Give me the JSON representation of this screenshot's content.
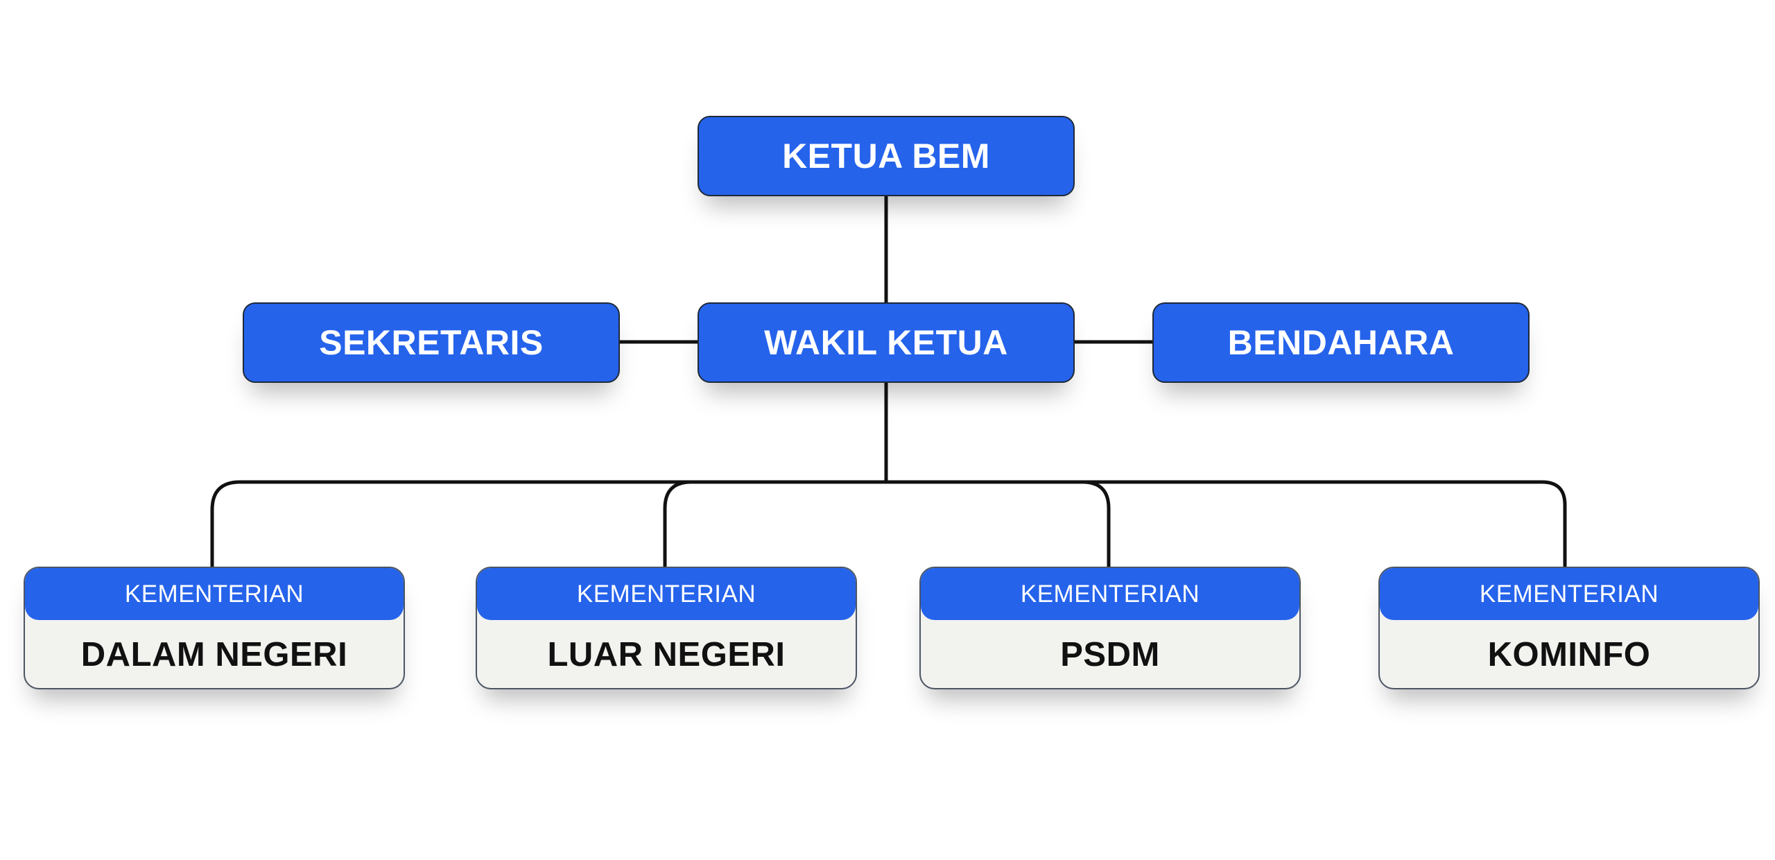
{
  "colors": {
    "node_fill": "#2563eb",
    "card_body_fill": "#f2f2ef",
    "connector": "#111111",
    "text_on_blue": "#ffffff",
    "text_dark": "#111111"
  },
  "org": {
    "ketua": "KETUA BEM",
    "wakil": "WAKIL KETUA",
    "sekretaris": "SEKRETARIS",
    "bendahara": "BENDAHARA",
    "kementerian": [
      {
        "prefix": "KEMENTERIAN",
        "name": "DALAM NEGERI"
      },
      {
        "prefix": "KEMENTERIAN",
        "name": "LUAR NEGERI"
      },
      {
        "prefix": "KEMENTERIAN",
        "name": "PSDM"
      },
      {
        "prefix": "KEMENTERIAN",
        "name": "KOMINFO"
      }
    ]
  }
}
